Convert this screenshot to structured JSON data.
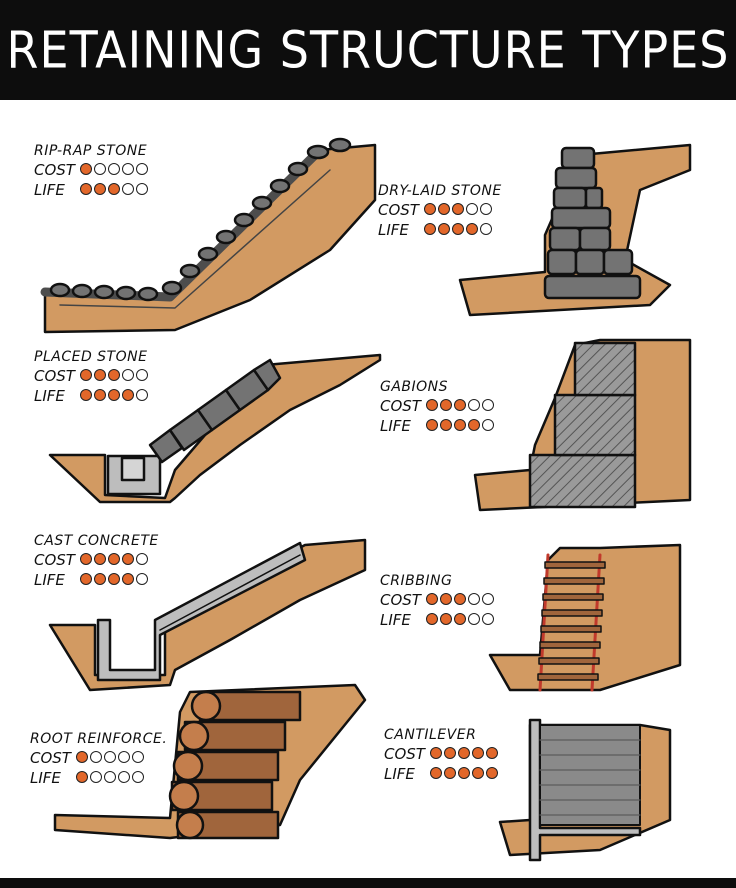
{
  "title": "RETAINING STRUCTURE TYPES",
  "colors": {
    "soil": "#d29a62",
    "stone": "#737373",
    "concrete": "#bdbdbd",
    "wood": "#a0653c",
    "rating_filled": "#e2672a"
  },
  "labels": {
    "cost": "COST",
    "life": "LIFE"
  },
  "max_rating": 5,
  "structures": [
    {
      "name": "RIP-RAP STONE",
      "cost": 1,
      "life": 3
    },
    {
      "name": "DRY-LAID STONE",
      "cost": 3,
      "life": 4
    },
    {
      "name": "PLACED STONE",
      "cost": 3,
      "life": 4
    },
    {
      "name": "GABIONS",
      "cost": 3,
      "life": 4
    },
    {
      "name": "CAST CONCRETE",
      "cost": 4,
      "life": 4
    },
    {
      "name": "CRIBBING",
      "cost": 3,
      "life": 3
    },
    {
      "name": "ROOT REINFORCE.",
      "cost": 1,
      "life": 1
    },
    {
      "name": "CANTILEVER",
      "cost": 5,
      "life": 5
    }
  ]
}
